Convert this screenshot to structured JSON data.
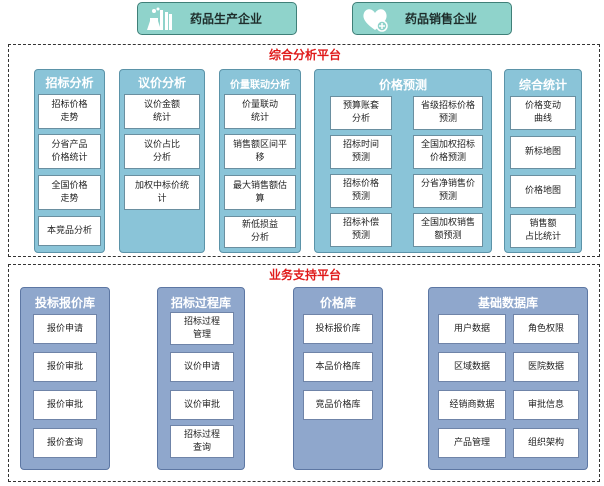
{
  "companies": {
    "production": "药品生产企业",
    "sales": "药品销售企业"
  },
  "platforms": {
    "analysis": {
      "title": "综合分析平台",
      "columns": [
        {
          "title": "招标分析",
          "items": [
            "招标价格\n走势",
            "分省产品\n价格统计",
            "全国价格\n走势",
            "本竞品分析"
          ]
        },
        {
          "title": "议价分析",
          "items": [
            "议价金额\n统计",
            "议价占比\n分析",
            "加权中标价统\n计"
          ]
        },
        {
          "title": "价量联动分析",
          "items": [
            "价量联动\n统计",
            "销售额区间平\n移",
            "最大销售额估\n算",
            "新低损益\n分析"
          ]
        },
        {
          "title": "价格预测",
          "items": [
            "预算账套\n分析",
            "省级招标价格\n预测",
            "招标时间\n预测",
            "全国加权招标\n价格预测",
            "招标价格\n预测",
            "分省净销售价\n预测",
            "招标补偿\n预测",
            "全国加权销售\n额预测"
          ]
        },
        {
          "title": "综合统计",
          "items": [
            "价格变动\n曲线",
            "新标地图",
            "价格地图",
            "销售额\n占比统计"
          ]
        }
      ]
    },
    "support": {
      "title": "业务支持平台",
      "columns": [
        {
          "title": "投标报价库",
          "items": [
            "报价申请",
            "报价审批",
            "报价审批",
            "报价查询"
          ]
        },
        {
          "title": "招标过程库",
          "items": [
            "招标过程\n管理",
            "议价申请",
            "议价审批",
            "招标过程\n查询"
          ]
        },
        {
          "title": "价格库",
          "items": [
            "投标报价库",
            "本品价格库",
            "竞品价格库"
          ]
        },
        {
          "title": "基础数据库",
          "items": [
            "用户数据",
            "角色权限",
            "区域数据",
            "医院数据",
            "经销商数据",
            "审批信息",
            "产品管理",
            "组织架构"
          ]
        }
      ]
    }
  },
  "colors": {
    "company_fill": "#8fd3cb",
    "analysis_column": "#8ac4d8",
    "support_column": "#8fa7cc",
    "platform_title": "#e01b1b"
  },
  "icons": {
    "production": "lab-flask-icon",
    "sales": "heart-plus-icon"
  }
}
